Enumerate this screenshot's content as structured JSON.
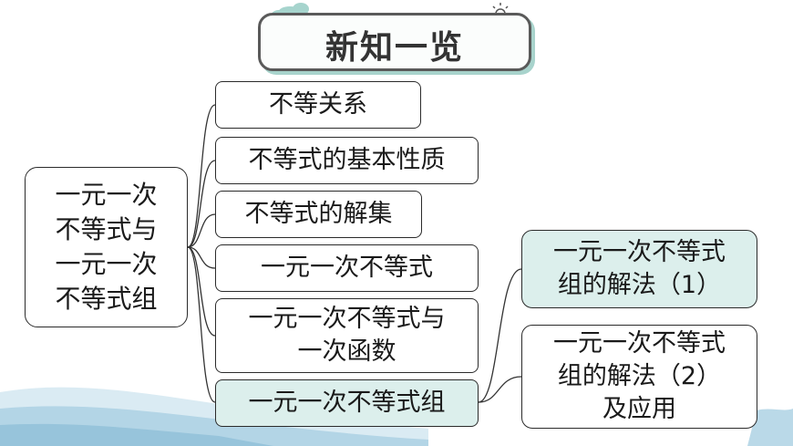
{
  "title": "新知一览",
  "root": "一元一次\n不等式与\n一元一次\n不等式组",
  "branches": [
    "不等关系",
    "不等式的基本性质",
    "不等式的解集",
    "一元一次不等式",
    "一元一次不等式与\n一次函数",
    "一元一次不等式组"
  ],
  "sub_branches": [
    "一元一次不等式\n组的解法（1）",
    "一元一次不等式\n组的解法（2）\n及应用"
  ],
  "colors": {
    "highlight": "#dcefec",
    "banner_shadow": "#a8d3cc",
    "border": "#2b2b2b"
  }
}
